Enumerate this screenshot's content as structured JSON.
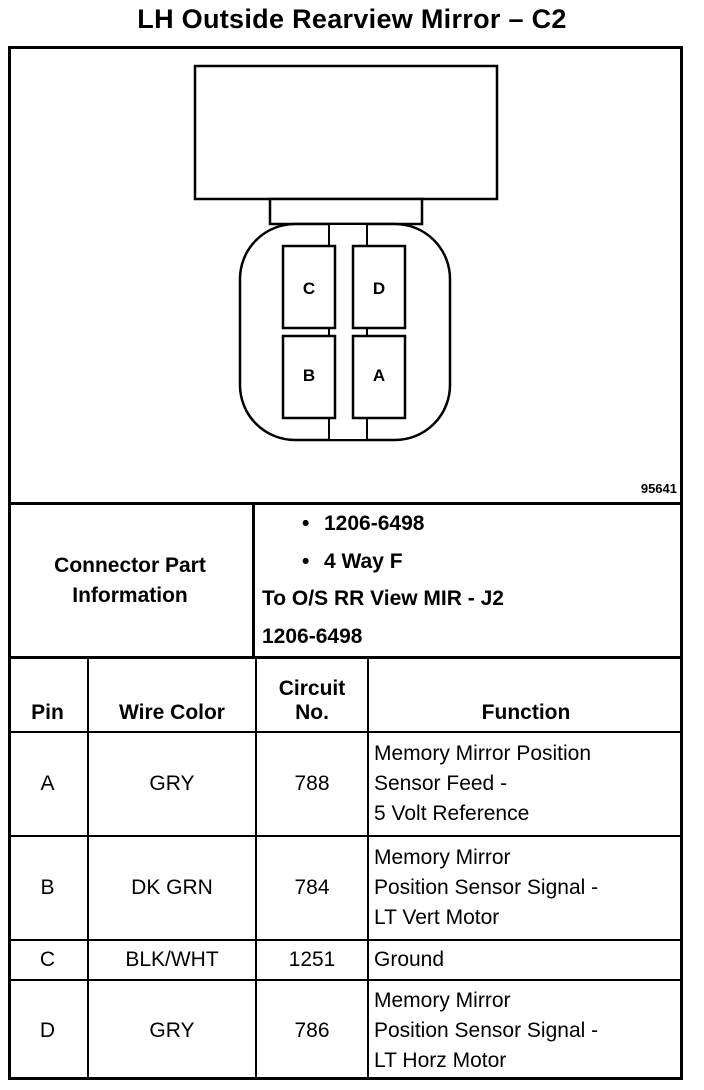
{
  "title": "LH Outside Rearview Mirror – C2",
  "diagram": {
    "figure_number": "95641",
    "cavities": [
      "C",
      "D",
      "B",
      "A"
    ]
  },
  "connector_info": {
    "label_line1": "Connector Part",
    "label_line2": "Information",
    "bullet1": "1206-6498",
    "bullet2": "4 Way F",
    "line3": "To O/S RR View MIR - J2",
    "line4": "1206-6498",
    "bullet_symbol": "•"
  },
  "table": {
    "headers": {
      "pin": "Pin",
      "wire_color": "Wire Color",
      "circuit_line1": "Circuit",
      "circuit_line2": "No.",
      "function": "Function"
    },
    "rows": [
      {
        "pin": "A",
        "wire_color": "GRY",
        "circuit": "788",
        "function_lines": [
          "Memory Mirror Position",
          "Sensor Feed -",
          "5 Volt Reference"
        ]
      },
      {
        "pin": "B",
        "wire_color": "DK GRN",
        "circuit": "784",
        "function_lines": [
          "Memory Mirror",
          "Position Sensor Signal -",
          "LT Vert Motor"
        ]
      },
      {
        "pin": "C",
        "wire_color": "BLK/WHT",
        "circuit": "1251",
        "function_lines": [
          "Ground"
        ]
      },
      {
        "pin": "D",
        "wire_color": "GRY",
        "circuit": "786",
        "function_lines": [
          "Memory Mirror",
          "Position Sensor Signal -",
          "LT Horz Motor"
        ]
      }
    ]
  }
}
